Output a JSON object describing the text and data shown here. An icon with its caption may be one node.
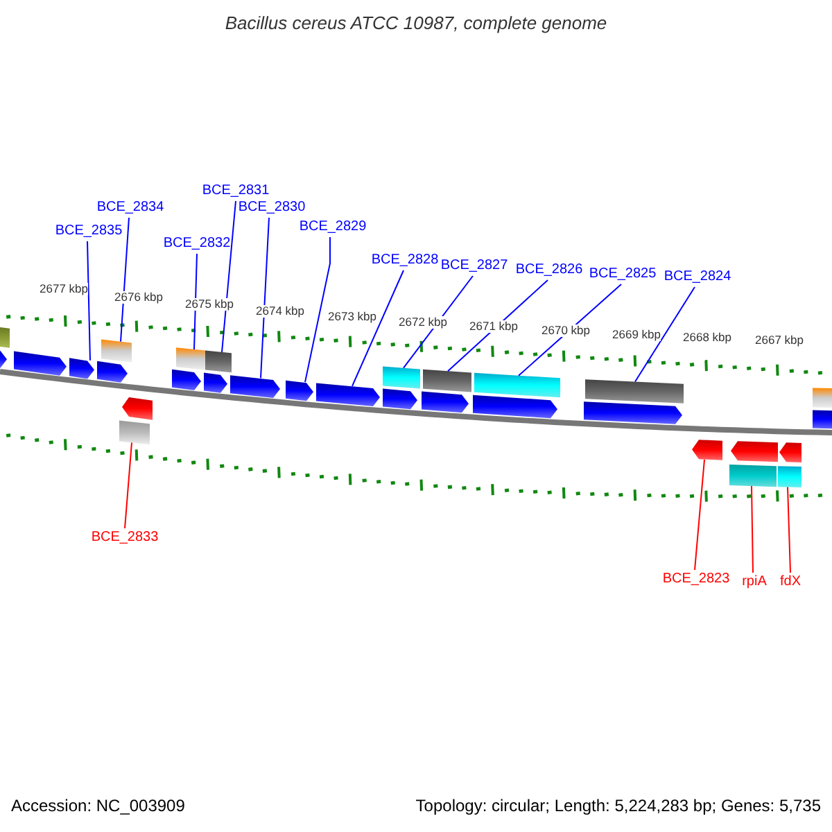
{
  "diagram": {
    "title": "Bacillus cereus ATCC 10987, complete genome",
    "nodes": [
      {
        "text": [
          "BCE_2835"
        ]
      },
      {
        "text": [
          "BCE_2834"
        ]
      },
      {
        "text": [
          "BCE_2832"
        ]
      },
      {
        "text": [
          "BCE_2831"
        ]
      },
      {
        "text": [
          "BCE_2830"
        ]
      },
      {
        "text": [
          "BCE_2829"
        ]
      },
      {
        "text": [
          "BCE_2828"
        ]
      },
      {
        "text": [
          "BCE_2827"
        ]
      },
      {
        "text": [
          "BCE_2826"
        ]
      },
      {
        "text": [
          "BCE_2825"
        ]
      },
      {
        "text": [
          "BCE_2824"
        ]
      },
      {
        "text": [
          "BCE_2833"
        ]
      },
      {
        "text": [
          "BCE_2823"
        ]
      },
      {
        "text": [
          "rpiA"
        ]
      },
      {
        "text": [
          "fdX"
        ]
      },
      {
        "text": [],
        "shape": "arrow"
      },
      {
        "text": [],
        "shape": "box"
      },
      {
        "text": [],
        "shape": "arrow"
      },
      {
        "text": [],
        "shape": "arrow"
      },
      {
        "text": [],
        "shape": "arrow"
      },
      {
        "text": [],
        "shape": "box"
      },
      {
        "text": [],
        "shape": "box"
      },
      {
        "text": [],
        "shape": "arrow"
      },
      {
        "text": [],
        "shape": "arrow"
      },
      {
        "text": [],
        "shape": "box"
      },
      {
        "text": [],
        "shape": "arrow"
      },
      {
        "text": [],
        "shape": "box"
      },
      {
        "text": [],
        "shape": "arrow"
      },
      {
        "text": [],
        "shape": "arrow"
      },
      {
        "text": [],
        "shape": "arrow"
      },
      {
        "text": [],
        "shape": "box"
      },
      {
        "text": [],
        "shape": "arrow"
      },
      {
        "text": [],
        "shape": "arrow"
      },
      {
        "text": [],
        "shape": "box"
      },
      {
        "text": [],
        "shape": "arrow"
      },
      {
        "text": [],
        "shape": "box"
      },
      {
        "text": [],
        "shape": "arrow"
      },
      {
        "text": [],
        "shape": "box"
      },
      {
        "text": [],
        "shape": "arrow"
      },
      {
        "text": [],
        "shape": "box"
      },
      {
        "text": [],
        "shape": "arrow"
      },
      {
        "text": [],
        "shape": "box"
      },
      {
        "text": [],
        "shape": "arrow"
      },
      {
        "text": [],
        "shape": "box"
      },
      {
        "text": [],
        "shape": "arrow"
      }
    ],
    "edges": [
      {
        "from": 0,
        "to": 18,
        "arrow": "none"
      },
      {
        "from": 1,
        "to": 20,
        "arrow": "none"
      },
      {
        "from": 2,
        "to": 24,
        "arrow": "none"
      },
      {
        "from": 3,
        "to": 26,
        "arrow": "none"
      },
      {
        "from": 4,
        "to": 27,
        "arrow": "none"
      },
      {
        "from": 5,
        "to": 28,
        "arrow": "none"
      },
      {
        "from": 6,
        "to": 29,
        "arrow": "none"
      },
      {
        "from": 7,
        "to": 30,
        "arrow": "none"
      },
      {
        "from": 8,
        "to": 33,
        "arrow": "none"
      },
      {
        "from": 9,
        "to": 35,
        "arrow": "none"
      },
      {
        "from": 10,
        "to": 37,
        "arrow": "none"
      },
      {
        "from": 11,
        "to": 21,
        "arrow": "none",
        "color": "#ff0000"
      },
      {
        "from": 12,
        "to": 38,
        "arrow": "none",
        "color": "#ff0000"
      },
      {
        "from": 13,
        "to": 39,
        "arrow": "none",
        "color": "#ff0000"
      },
      {
        "from": 14,
        "to": 41,
        "arrow": "none",
        "color": "#ff0000"
      }
    ],
    "labels": [
      "2677 kbp",
      "2676 kbp",
      "2675 kbp",
      "2674 kbp",
      "2673 kbp",
      "2672 kbp",
      "2671 kbp",
      "2670 kbp",
      "2669 kbp",
      "2668 kbp",
      "2667 kbp",
      "Accession: NC_003909",
      "Topology: circular; Length: 5,224,283 bp; Genes: 5,735"
    ]
  }
}
